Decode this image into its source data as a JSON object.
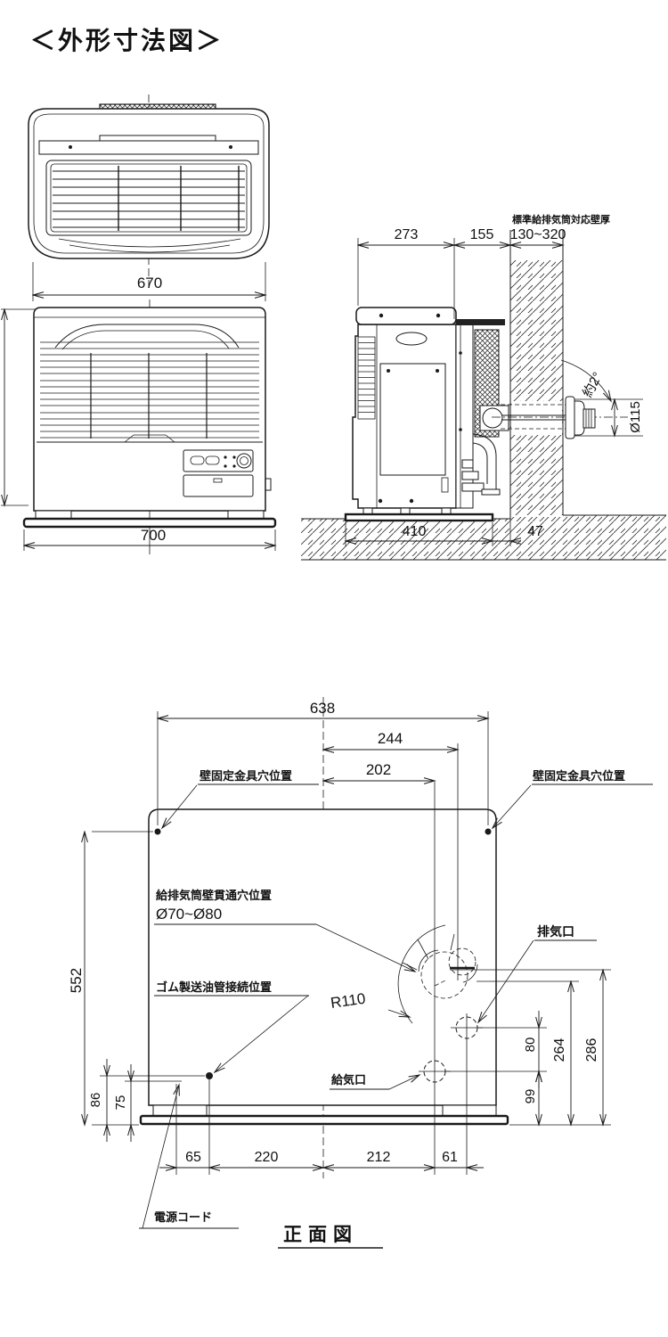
{
  "title": "＜外形寸法図＞",
  "colors": {
    "line": "#1a1a1a",
    "background": "#ffffff"
  },
  "top_view": {
    "dim_width": "670"
  },
  "front_view": {
    "dim_width": "700"
  },
  "side_view": {
    "wall_note": "標準給排気筒対応壁厚",
    "dim_body_depth": "273",
    "dim_back_depth": "155",
    "dim_wall_thickness": "130~320",
    "dim_base_depth": "410",
    "dim_wall_gap": "47",
    "dim_pipe_diameter": "Ø115",
    "dim_pipe_angle": "約2°"
  },
  "rear_view": {
    "caption": "正面図",
    "dims": {
      "overall_width": "638",
      "flue_offset_outer": "244",
      "flue_offset_inner": "202",
      "bracket_height": "552",
      "oil_height": "86",
      "cord_height": "75",
      "cord_offset": "65",
      "oil_to_center": "220",
      "center_to_intake": "212",
      "intake_to_exhaust_w": "61",
      "intake_height": "99",
      "intake_to_exhaust_h": "80",
      "exhaust_height_mid": "264",
      "flue_height": "286",
      "flue_radius": "R110"
    },
    "labels": {
      "bracket_left": "壁固定金具穴位置",
      "bracket_right": "壁固定金具穴位置",
      "flue_hole_line1": "給排気筒壁貫通穴位置",
      "flue_hole_line2": "Ø70~Ø80",
      "exhaust_port": "排気口",
      "oil_pipe": "ゴム製送油管接続位置",
      "intake_port": "給気口",
      "power_cord": "電源コード"
    }
  }
}
